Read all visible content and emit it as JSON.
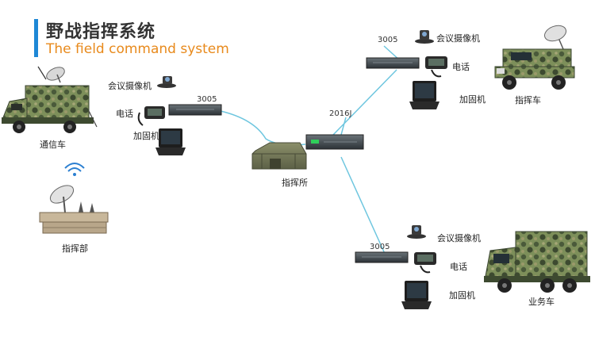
{
  "header": {
    "title_cn": "野战指挥系统",
    "title_en": "The field command system"
  },
  "colors": {
    "accent": "#1e88d6",
    "subtitle": "#e88a1c",
    "link": "#6ec6df",
    "camo_dark": "#4a5a3a",
    "camo_light": "#7d8f5a"
  },
  "nodes": {
    "comm_vehicle": {
      "label": "通信车",
      "icon": "camo-truck-with-dish-icon"
    },
    "command_dept": {
      "label": "指挥部",
      "icon": "satellite-dish-station-icon"
    },
    "command_post": {
      "label": "指挥所",
      "icon": "army-tent-icon"
    },
    "command_vehicle": {
      "label": "指挥车",
      "icon": "military-jeep-icon"
    },
    "service_vehicle": {
      "label": "业务车",
      "icon": "military-truck-icon"
    },
    "central_device": {
      "model": "2016J",
      "icon": "rack-router-icon"
    }
  },
  "groups": {
    "left": {
      "device_model": "3005",
      "camera": "会议摄像机",
      "phone": "电话",
      "laptop": "加固机"
    },
    "top_right": {
      "device_model": "3005",
      "camera": "会议摄像机",
      "phone": "电话",
      "laptop": "加固机"
    },
    "bottom_right": {
      "device_model": "3005",
      "camera": "会议摄像机",
      "phone": "电话",
      "laptop": "加固机"
    }
  }
}
